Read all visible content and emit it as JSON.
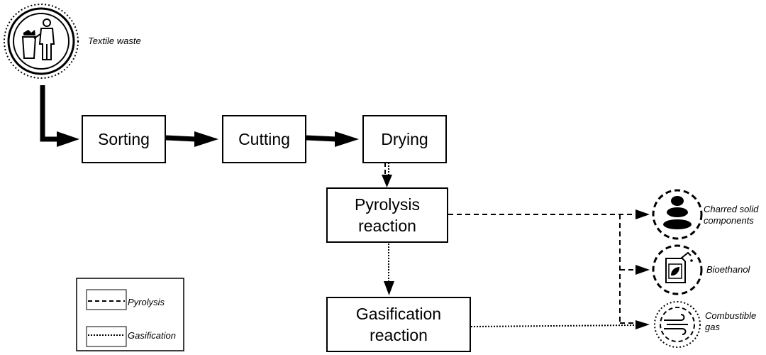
{
  "source": {
    "label": "Textile waste",
    "icon": "textile-waste-icon"
  },
  "process": {
    "sorting": "Sorting",
    "cutting": "Cutting",
    "drying": "Drying",
    "pyrolysis_line1": "Pyrolysis",
    "pyrolysis_line2": "reaction",
    "gasification_line1": "Gasification",
    "gasification_line2": "reaction"
  },
  "outputs": {
    "char_line1": "Charred solid",
    "char_line2": "components",
    "char_icon": "stacked-stones-icon",
    "bioethanol": "Bioethanol",
    "bioethanol_icon": "fuel-canister-icon",
    "gas_line1": "Combustible",
    "gas_line2": "gas",
    "gas_icon": "wind-icon"
  },
  "legend": {
    "pyrolysis": "Pyrolysis",
    "gasification": "Gasification"
  },
  "colors": {
    "stroke": "#000000",
    "background": "#ffffff"
  }
}
